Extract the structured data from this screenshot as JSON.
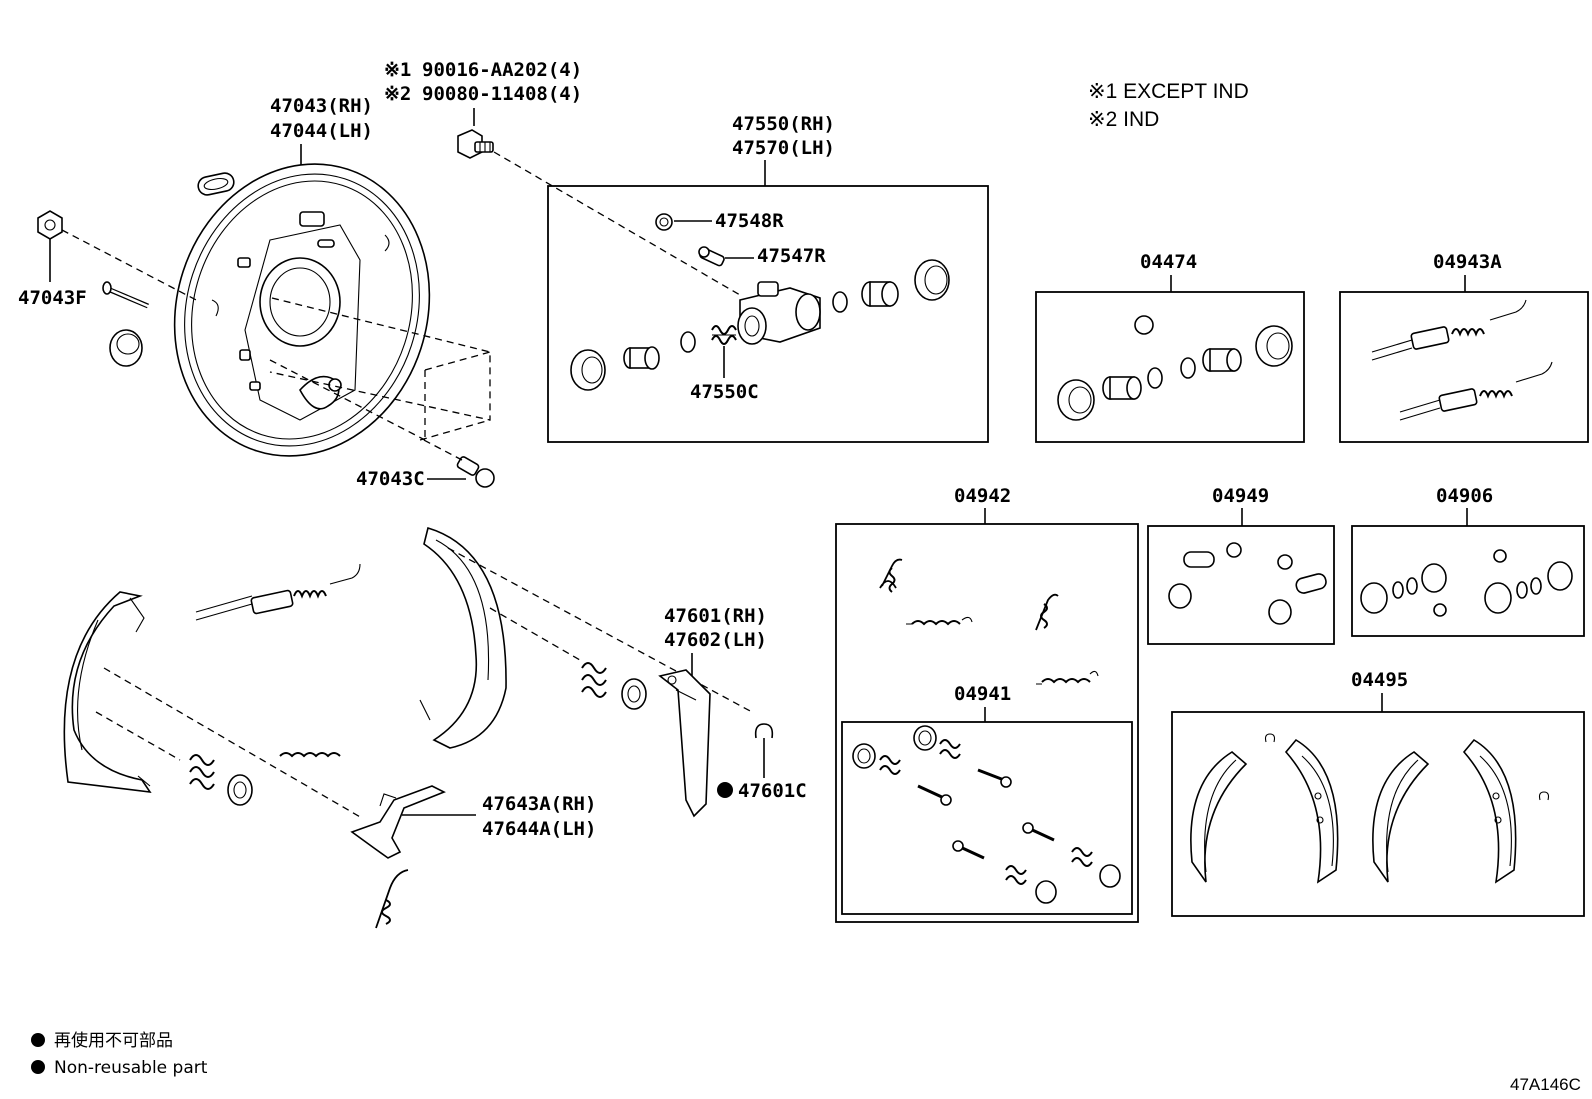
{
  "notes": {
    "n1_mark": "※1",
    "n1_part": "90016-AA202(4)",
    "n2_mark": "※2",
    "n2_part": "90080-11408(4)",
    "legend1": "※1 EXCEPT IND",
    "legend2": "※2 IND"
  },
  "labels": {
    "p47043": "47043(RH)",
    "p47044": "47044(LH)",
    "p47043F": "47043F",
    "p47043C": "47043C",
    "p47550": "47550(RH)",
    "p47570": "47570(LH)",
    "p47548R": "47548R",
    "p47547R": "47547R",
    "p47550C": "47550C",
    "p04474": "04474",
    "p04943A": "04943A",
    "p04942": "04942",
    "p04941": "04941",
    "p04949": "04949",
    "p04906": "04906",
    "p04495": "04495",
    "p47601": "47601(RH)",
    "p47602": "47602(LH)",
    "p47601C": "47601C",
    "p47643A": "47643A(RH)",
    "p47644A": "47644A(LH)"
  },
  "footer": {
    "legend_jp": "再使用不可部品",
    "legend_en": "Non-reusable part",
    "diagram_code": "47A146C"
  }
}
